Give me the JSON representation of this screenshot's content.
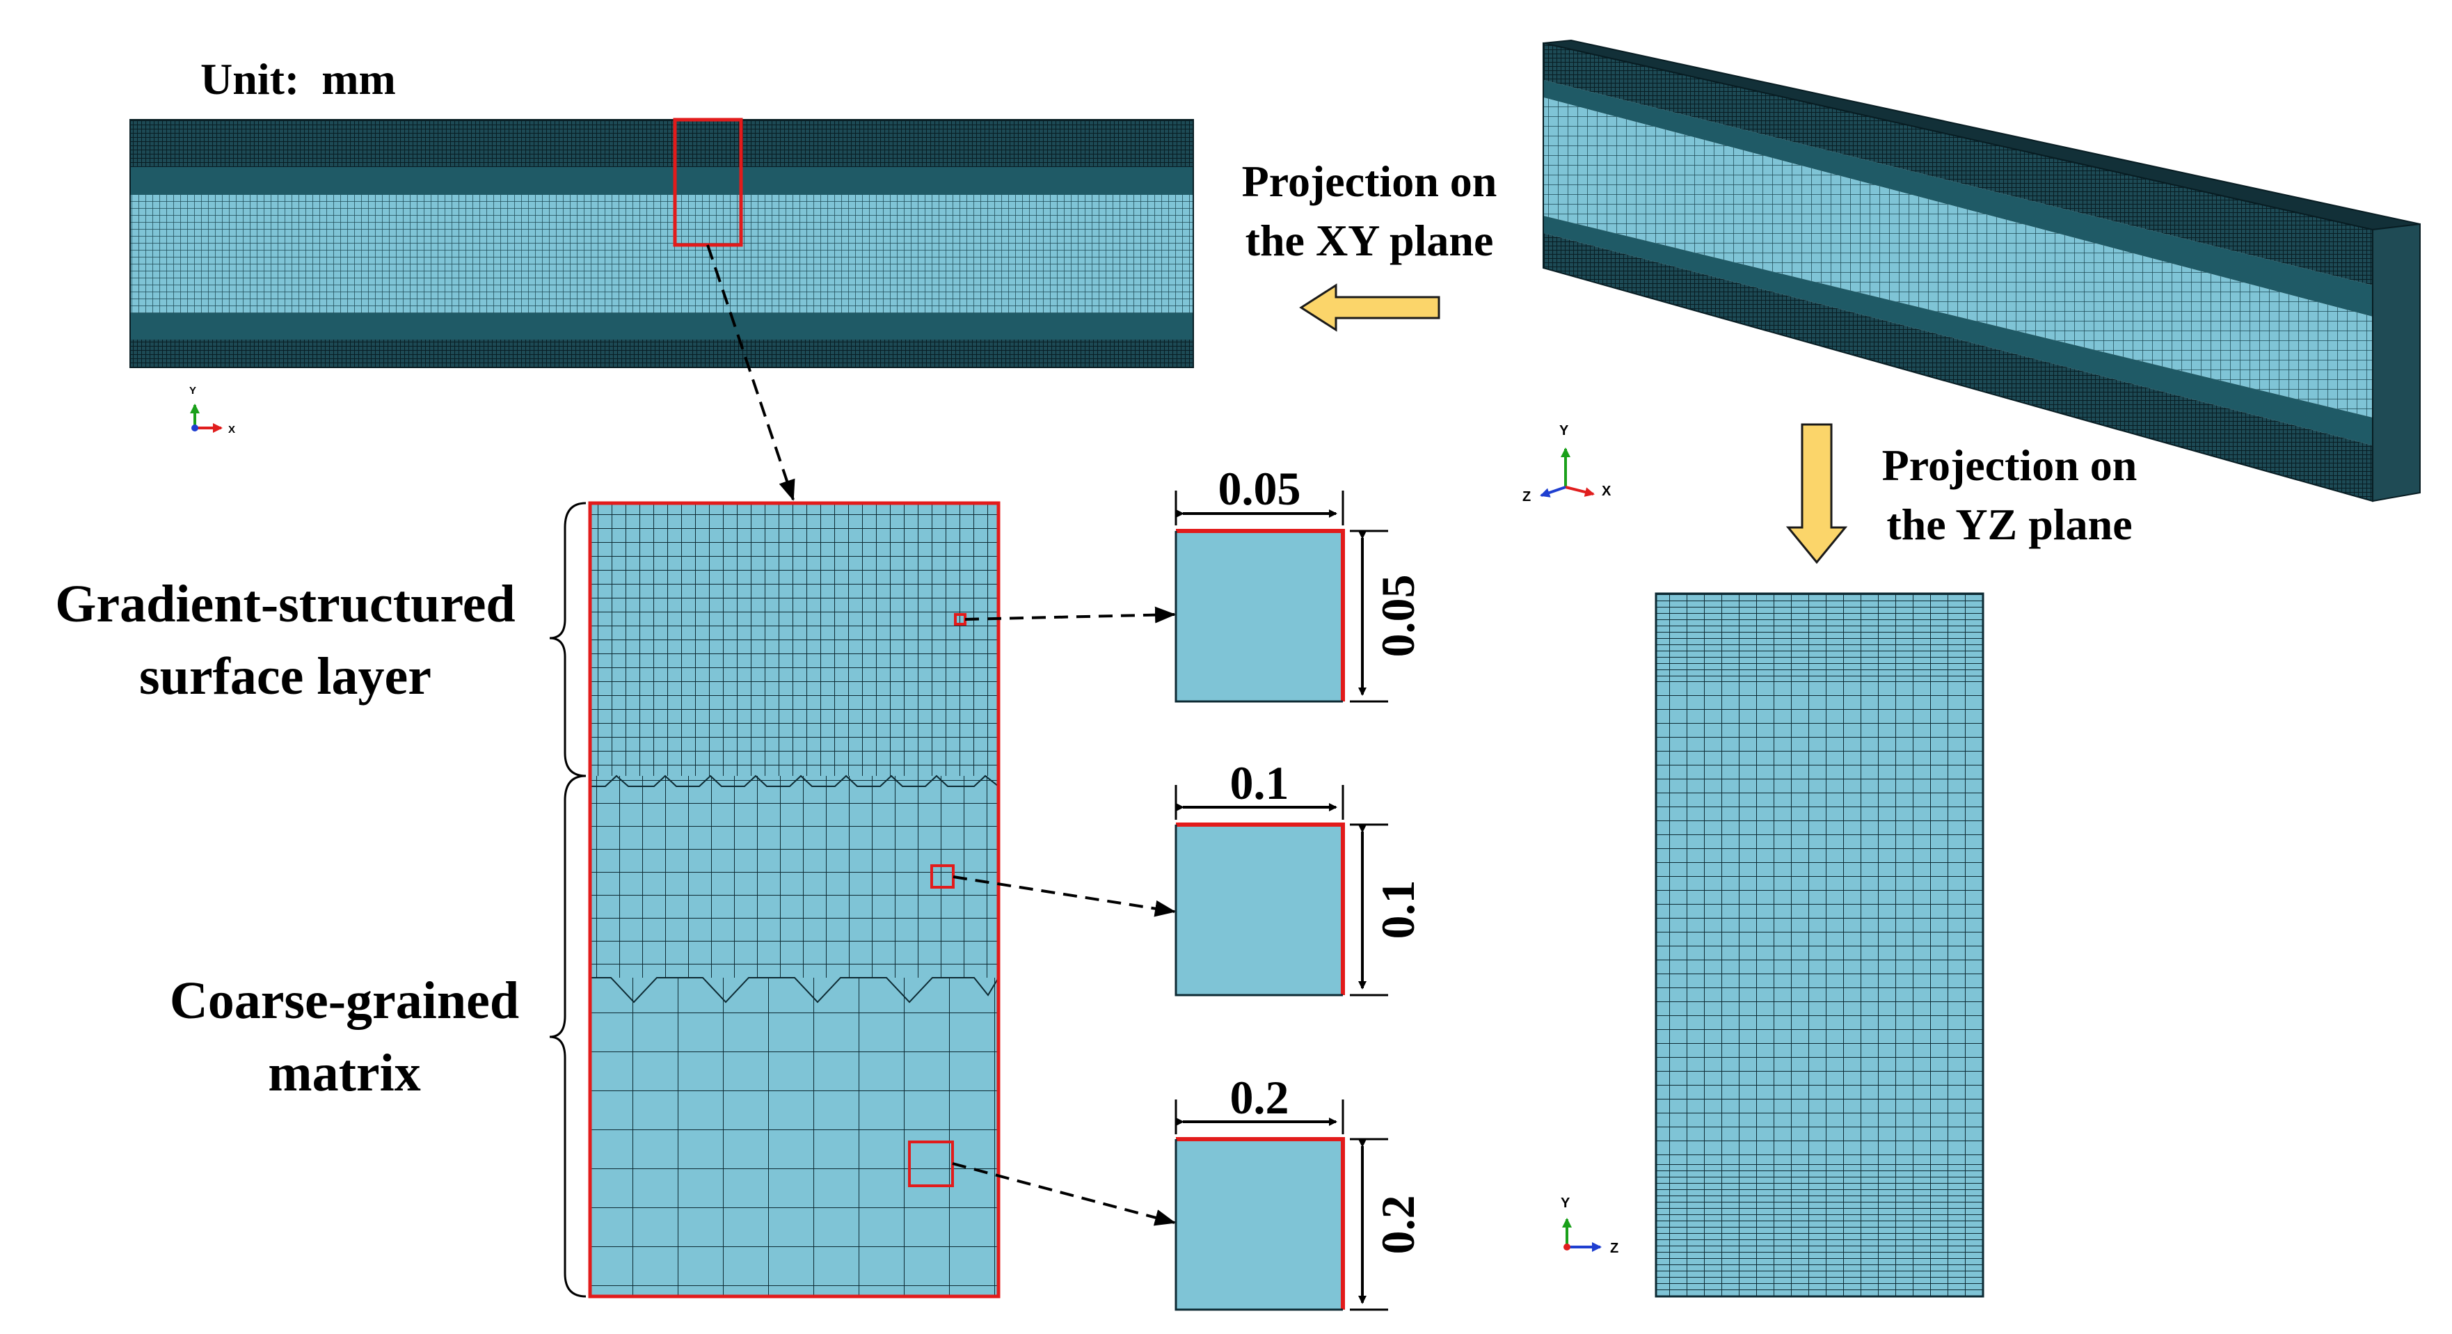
{
  "unit_label": "Unit:  mm",
  "projection_xy": {
    "line1": "Projection on",
    "line2": "the XY plane"
  },
  "projection_yz": {
    "line1": "Projection on",
    "line2": "the YZ plane"
  },
  "regions": {
    "gradient_line1": "Gradient-structured",
    "gradient_line2": "surface layer",
    "coarse_line1": "Coarse-grained",
    "coarse_line2": "matrix"
  },
  "element_sizes": [
    {
      "size": "0.05"
    },
    {
      "size": "0.1"
    },
    {
      "size": "0.2"
    }
  ],
  "triads": {
    "xy": {
      "a": "Y",
      "b": "X"
    },
    "xyz": {
      "a": "Y",
      "b": "X",
      "c": "Z"
    },
    "yz": {
      "a": "Y",
      "b": "Z"
    }
  },
  "colors": {
    "mesh_fill": "#7fc4d6",
    "mesh_dark": "#12353f",
    "mesh_line": "#0d2a33",
    "highlight": "#e21b1b",
    "arrow_fill": "#fbd56a",
    "arrow_stroke": "#1a1a1a"
  }
}
